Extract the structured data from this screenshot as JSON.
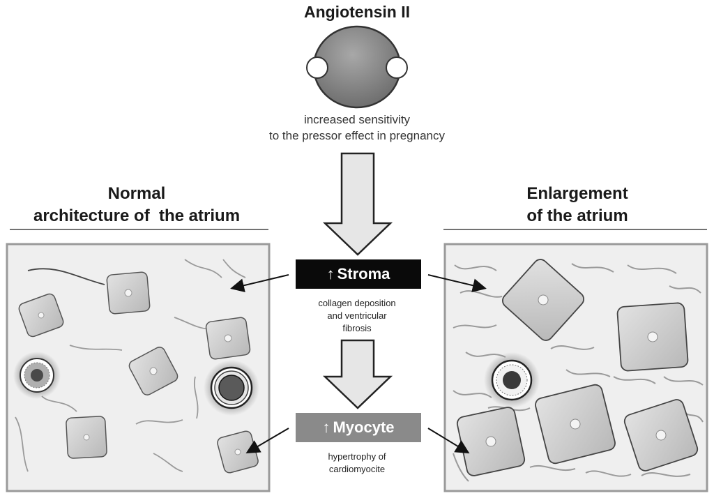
{
  "title": "Angiotensin II",
  "note": [
    "increased sensitivity",
    "to the pressor effect in pregnancy"
  ],
  "left_heading": [
    "Normal",
    "architecture of  the atrium"
  ],
  "right_heading": [
    "Enlargement",
    "of the atrium"
  ],
  "stroma": {
    "arrow": "↑",
    "label": "Stroma"
  },
  "stroma_caption": [
    "collagen deposition",
    "and ventricular",
    "fibrosis"
  ],
  "myocyte": {
    "arrow": "↑",
    "label": "Myocyte"
  },
  "myocyte_caption": [
    "hypertrophy of",
    "cardiomyocite"
  ],
  "colors": {
    "panel": "#efefef",
    "cell": "#cccccc",
    "stroma_box": "#0a0a0a",
    "myocyte_box": "#8a8a8a"
  }
}
